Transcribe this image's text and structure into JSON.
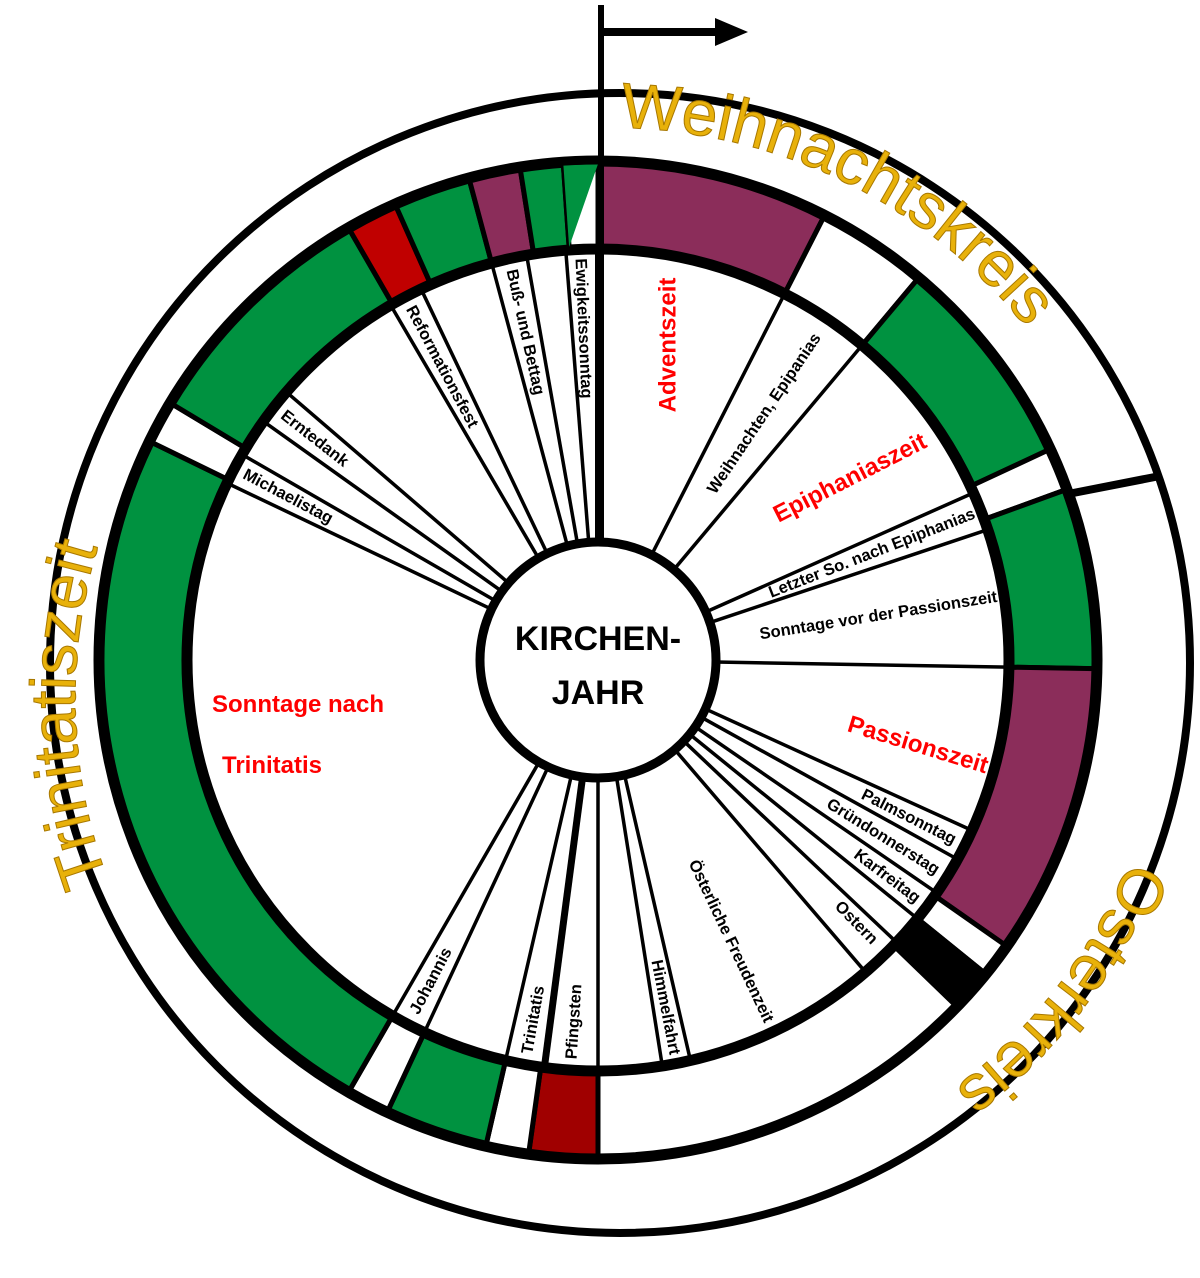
{
  "center": {
    "line1": "KIRCHEN-",
    "line2": "JAHR"
  },
  "cycles": {
    "christmas": "Weihnachtskreis",
    "easter": "Osterkreis",
    "trinity": "Trinitatiszeit"
  },
  "seasons": {
    "advent": "Adventszeit",
    "epiphany": "Epiphaniaszeit",
    "passion": "Passionszeit",
    "trinity_line1": "Sonntage nach",
    "trinity_line2": "Trinitatis"
  },
  "days": {
    "ewigkeit": "Ewigkeitssonntag",
    "buss": "Buß- und Bettag",
    "reformation": "Reformationsfest",
    "erntedank": "Erntedank",
    "michaelis": "Michaelistag",
    "weihnachten": "Weihnachten, Epipanias",
    "letzter": "Letzter So. nach Epiphanias",
    "vorpassion": "Sonntage vor der Passionszeit",
    "palmsonntag": "Palmsonntag",
    "gruendonnerstag": "Gründonnerstag",
    "karfreitag": "Karfreitag",
    "ostern": "Ostern",
    "freudenzeit": "Österliche Freudenzeit",
    "himmelfahrt": "Himmelfahrt",
    "pfingsten": "Pfingsten",
    "trinitatis": "Trinitatis",
    "johannis": "Johannis"
  },
  "colors": {
    "green": "#009240",
    "purple": "#8B2D5A",
    "red": "#C00000",
    "darkred": "#A00000",
    "black": "#000000",
    "white": "#FFFFFF",
    "season_text": "#FF0000",
    "gold": "#E8B10A"
  }
}
